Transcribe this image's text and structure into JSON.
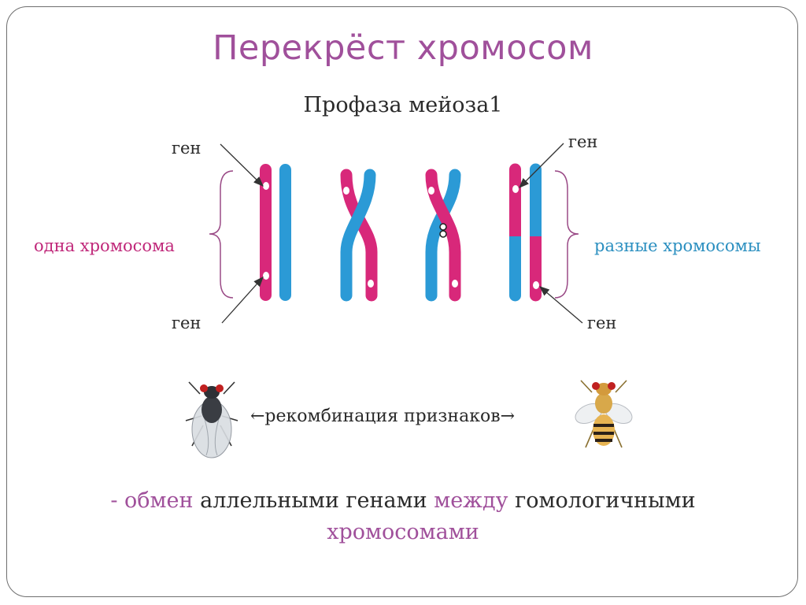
{
  "title": "Перекрёст хромосом",
  "subtitle": "Профаза мейоза1",
  "labels": {
    "gene_top_left": "ген",
    "gene_bottom_left": "ген",
    "gene_top_right": "ген",
    "gene_bottom_right": "ген",
    "one_chromosome": "одна хромосома",
    "different_chromosomes": "разные хромосомы"
  },
  "recombination": "←рекомбинация признаков→",
  "bottom_text": {
    "dash_exchange": "- обмен",
    "allelic_genes": " аллельными генами ",
    "between": "между",
    "homologous": " гомологичными",
    "chromosomes": "хромосомами"
  },
  "colors": {
    "title": "#a0509b",
    "magenta_chromosome": "#d8287a",
    "blue_chromosome": "#2b9ad6",
    "one_chromosome_label": "#c0287a",
    "different_chromosomes_label": "#2b8fc0"
  }
}
